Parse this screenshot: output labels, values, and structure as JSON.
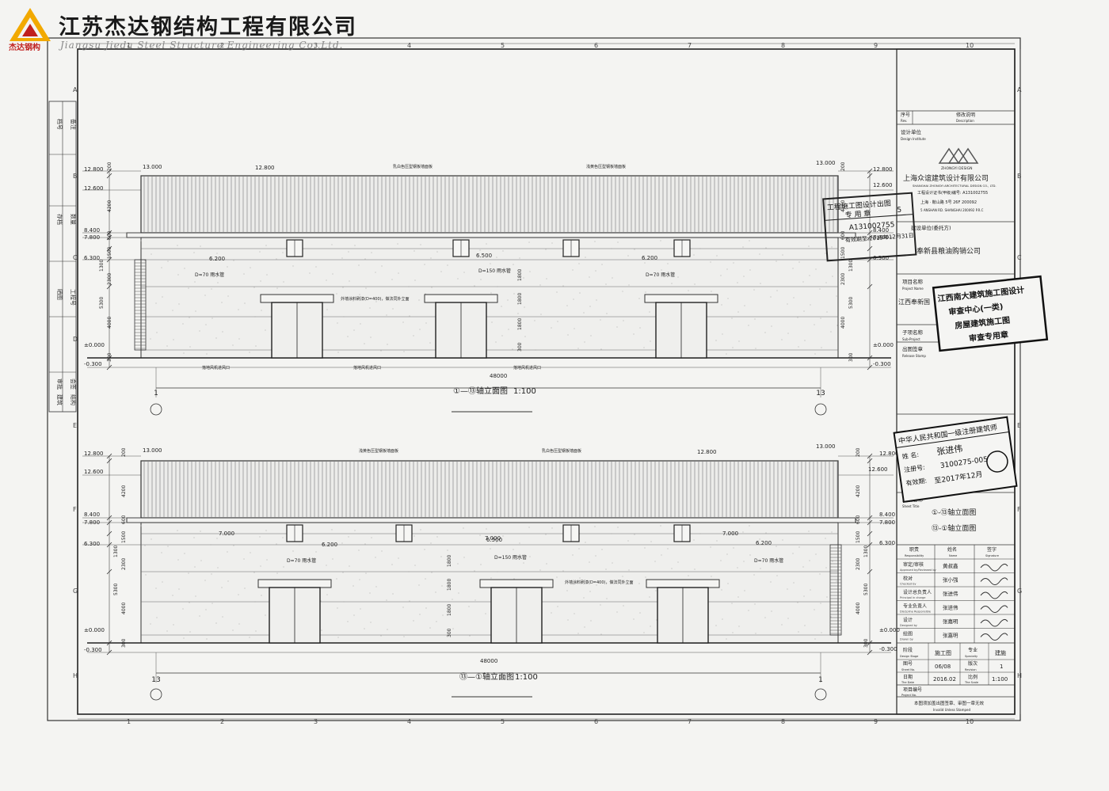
{
  "header": {
    "logo_label": "杰达钢构",
    "company_cn": "江苏杰达钢结构工程有限公司",
    "company_en": "Jiangsu Jieda Steel Structure Engineering Co.,Ltd."
  },
  "grid": {
    "top_cols": [
      "1",
      "2",
      "3",
      "4",
      "5",
      "6",
      "7",
      "8",
      "9",
      "10"
    ],
    "bottom_cols": [
      "1",
      "2",
      "3",
      "4",
      "5",
      "6",
      "7",
      "8",
      "9",
      "10"
    ],
    "right_rows": [
      "A",
      "B",
      "C",
      "D",
      "E",
      "F",
      "G",
      "H"
    ],
    "left_rows": [
      "A",
      "B",
      "C",
      "D",
      "E",
      "F",
      "G",
      "H"
    ]
  },
  "left_strip": {
    "labels": [
      "档号",
      "备注",
      "存档",
      "数量",
      "晒图",
      "工程号",
      "审批",
      "会签",
      "建筑",
      "结构"
    ]
  },
  "elevation1": {
    "title": "①—⑬轴立面图",
    "scale": "1:100",
    "axis_left": "1",
    "axis_right": "13",
    "total_width": "48000",
    "levels_left": [
      "12.800",
      "12.600",
      "8.400",
      "7.800",
      "6.300",
      "±0.000",
      "-0.300"
    ],
    "levels_right": [
      "12.800",
      "12.600",
      "8.400",
      "7.800",
      "6.300",
      "±0.000",
      "-0.300"
    ],
    "top_levels": [
      "13.000",
      "12.800",
      "13.000"
    ],
    "dims_left": [
      "200",
      "4200",
      "600",
      "1500",
      "1300",
      "2300",
      "5300",
      "4000",
      "300"
    ],
    "dims_right": [
      "200",
      "4200",
      "600",
      "1500",
      "1300",
      "2300",
      "5300",
      "4000",
      "300"
    ],
    "mid_dims": [
      "1800",
      "1800",
      "1800",
      "300"
    ],
    "notes": [
      "乳白色压型钢板墙面板",
      "浅黄色压型钢板墙面板",
      "外墙涂料刷漆(D=400)，做法同外立面",
      "落地风机进风口",
      "落地风机进风口",
      "落地风机进风口"
    ],
    "pipe_labels": [
      "D=70 雨水管",
      "D=150 雨水管",
      "D=70 雨水管"
    ],
    "pipe_levels": [
      "6.200",
      "6.500",
      "6.200"
    ]
  },
  "elevation2": {
    "title": "⑬—①轴立面图",
    "scale": "1:100",
    "axis_left": "13",
    "axis_right": "1",
    "total_width": "48000",
    "levels_left": [
      "12.800",
      "12.600",
      "8.400",
      "7.800",
      "6.300",
      "±0.000",
      "-0.300"
    ],
    "levels_right": [
      "12.800",
      "12.600",
      "8.400",
      "7.800",
      "6.300",
      "±0.000",
      "-0.300"
    ],
    "top_levels": [
      "13.000",
      "12.800",
      "13.000"
    ],
    "dims_left": [
      "200",
      "4200",
      "600",
      "1500",
      "1300",
      "2300",
      "5300",
      "4000",
      "300"
    ],
    "dims_right": [
      "200",
      "4200",
      "600",
      "1500",
      "1300",
      "2300",
      "5300",
      "4000",
      "300"
    ],
    "mid_dims": [
      "1800",
      "1800",
      "1800",
      "300"
    ],
    "notes": [
      "浅黄色压型钢板墙面板",
      "乳白色压型钢板墙面板",
      "外墙涂料刷漆(D=400)，做法同外立面"
    ],
    "pipe_labels": [
      "D=70 雨水管",
      "D=150 雨水管",
      "D=70 雨水管"
    ],
    "pipe_levels": [
      "6.200",
      "6.500",
      "6.200"
    ],
    "vent_levels": [
      "7.000",
      "7.000",
      "7.000"
    ]
  },
  "title_block": {
    "revision_no": "序号",
    "revision_no_en": "Rev.",
    "revision_desc": "修改说明",
    "revision_desc_en": "Description",
    "design_institute": "设计单位",
    "design_institute_en": "Design Institute",
    "institute_logo_text": "ZHONGYI DESIGN",
    "institute_name": "上海众谊建筑设计有限公司",
    "institute_name_en": "SHANGHAI ZHONGYI ARCHITECTURAL DESIGN CO., LTD.",
    "license": "工程设计证书(甲级)编号: A131002755",
    "address": "上海 · 鞍山路 5号 26F   200092",
    "address_en": "5 ANSHAN RD. SHANGHAI 200092 P.R.C",
    "client_label": "建设单位(委托方)",
    "client": "奉新县粮油购销公司",
    "project_label": "项目名称",
    "project_label_en": "Project Name",
    "project": "江西奉新国",
    "subproject_label": "子项名称",
    "subproject_label_en": "Sub-Project",
    "release_label": "出图签章",
    "release_label_en": "Release Stamp",
    "sheet_title_label": "图纸名称",
    "sheet_title_label_en": "Sheet Title",
    "sheet_titles": [
      "①-⑬轴立面图",
      "⑬-①轴立面图"
    ],
    "role_header": [
      "职责",
      "姓名",
      "签字"
    ],
    "role_header_en": [
      "Responsibility",
      "Name",
      "Signature"
    ],
    "roles": [
      {
        "role": "审定/审核",
        "role_en": "Approved by/Reviewed by",
        "name": "黄叔鑫"
      },
      {
        "role": "校对",
        "role_en": "Checked by",
        "name": "张小强"
      },
      {
        "role": "设计总负责人",
        "role_en": "Principal in charge",
        "name": "张进伟"
      },
      {
        "role": "专业负责人",
        "role_en": "Discipline Responsible",
        "name": "张进伟"
      },
      {
        "role": "设计",
        "role_en": "Designed by",
        "name": "张嘉明"
      },
      {
        "role": "绘图",
        "role_en": "Drawn by",
        "name": "张嘉明"
      }
    ],
    "stage_label": "阶段",
    "stage_label_en": "Design Stage",
    "stage": "施工图",
    "specialty_label": "专业",
    "specialty_label_en": "Specialty",
    "specialty": "建施",
    "sheet_no_label": "图号",
    "sheet_no_label_en": "Sheet No.",
    "sheet_no": "06/08",
    "edition_label": "版次",
    "edition_label_en": "Revision",
    "edition": "1",
    "date_label": "日期",
    "date_label_en": "The Date",
    "date": "2016.02",
    "scale_label": "比例",
    "scale_label_en": "The Scale",
    "scale": "1:100",
    "projno_label": "项目编号",
    "projno_label_en": "Project No.",
    "footer_note": "本图须加盖出图签章、审图一章无效",
    "footer_note_en": "Invalid Unless Stamped"
  },
  "stamps": {
    "design_stamp": {
      "lines": [
        "工程施工图设计出图",
        "专 用 章",
        "A131002755",
        "有效期至:2019年12月31日"
      ],
      "fragment_no": "5"
    },
    "review_stamp": {
      "lines": [
        "江西南大建筑施工图设计",
        "审查中心(一类)",
        "房屋建筑施工图",
        "审查专用章"
      ]
    },
    "architect_stamp": {
      "lines": [
        "中华人民共和国一级注册建筑师",
        "姓 名:",
        "张进伟",
        "注册号:",
        "3100275-005",
        "有效期:",
        "至2017年12月"
      ]
    }
  }
}
